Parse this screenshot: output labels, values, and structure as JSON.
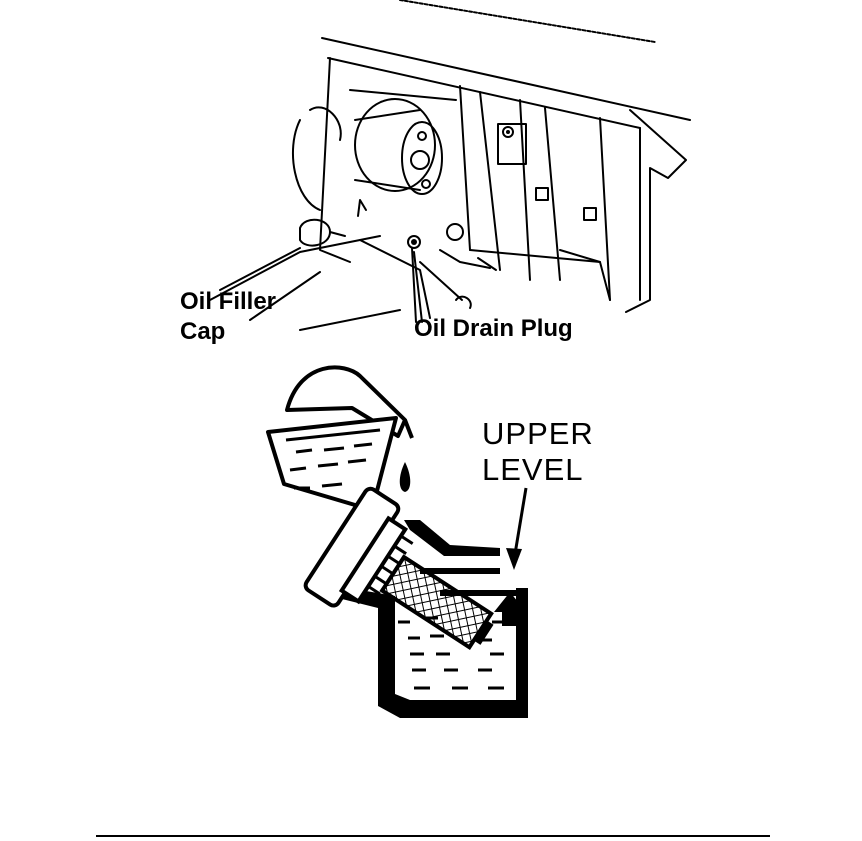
{
  "labels": {
    "oil_filler_cap_line1": "Oil Filler",
    "oil_filler_cap_line2": "Cap",
    "oil_drain_plug": "Oil Drain Plug",
    "upper_level_line1": "UPPER",
    "upper_level_line2": "LEVEL"
  },
  "colors": {
    "ink": "#000000",
    "background": "#ffffff"
  }
}
